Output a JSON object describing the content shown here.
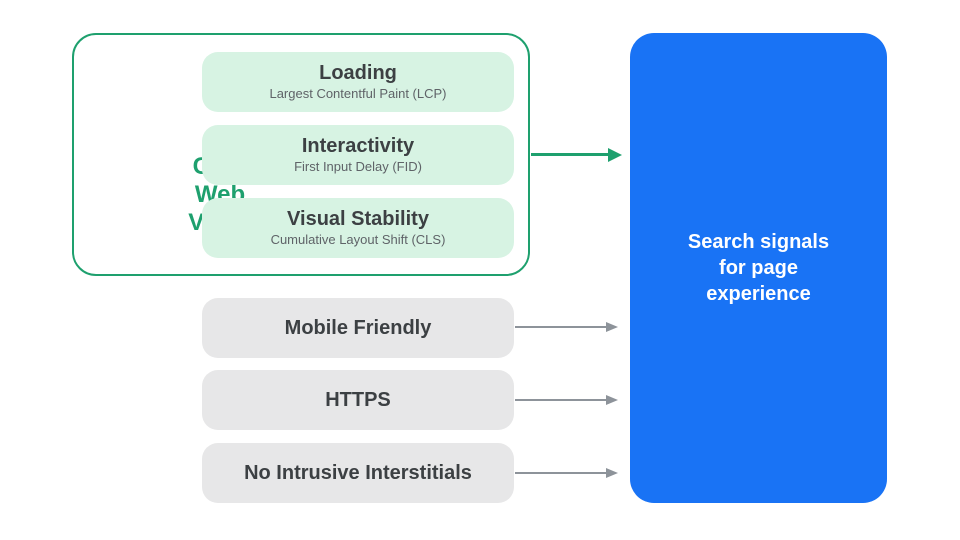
{
  "colors": {
    "green_accent": "#1EA06E",
    "green_light_fill": "#D7F3E3",
    "gray_fill": "#E7E7E8",
    "blue_fill": "#1973F5",
    "title_text": "#3C4043",
    "subtitle_text": "#5F6368",
    "arrow_gray": "#8D939A",
    "result_text": "#FFFFFF",
    "background": "#FFFFFF"
  },
  "core_web_vitals": {
    "label": "Core Web Vitals",
    "items": [
      {
        "title": "Loading",
        "subtitle": "Largest Contentful Paint (LCP)"
      },
      {
        "title": "Interactivity",
        "subtitle": "First Input Delay (FID)"
      },
      {
        "title": "Visual Stability",
        "subtitle": "Cumulative Layout Shift (CLS)"
      }
    ]
  },
  "other_signals": [
    {
      "label": "Mobile Friendly"
    },
    {
      "label": "HTTPS"
    },
    {
      "label": "No Intrusive Interstitials"
    }
  ],
  "result": {
    "label": "Search signals for page experience"
  },
  "connections": [
    {
      "from": "Core Web Vitals",
      "to": "Search signals for page experience",
      "color": "#1EA06E"
    },
    {
      "from": "Mobile Friendly",
      "to": "Search signals for page experience",
      "color": "#8D939A"
    },
    {
      "from": "HTTPS",
      "to": "Search signals for page experience",
      "color": "#8D939A"
    },
    {
      "from": "No Intrusive Interstitials",
      "to": "Search signals for page experience",
      "color": "#8D939A"
    }
  ]
}
